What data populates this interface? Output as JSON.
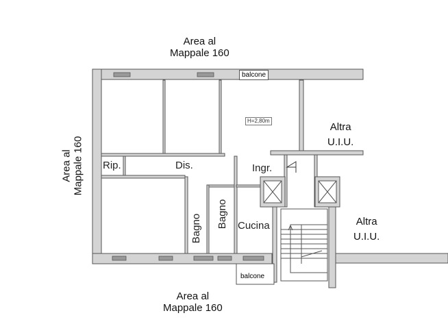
{
  "surroundings": {
    "top": [
      "Area al",
      "Mappale 160"
    ],
    "left": [
      "Area al",
      "Mappale 160"
    ],
    "bottom": [
      "Area al",
      "Mappale 160"
    ],
    "right_top": [
      "Altra",
      "U.I.U."
    ],
    "right_bottom": [
      "Altra",
      "U.I.U."
    ]
  },
  "rooms": {
    "rip": "Rip.",
    "dis": "Dis.",
    "ingr": "Ingr.",
    "bagno1": "Bagno",
    "bagno2": "Bagno",
    "cucina": "Cucina"
  },
  "balconies": {
    "top": "balcone",
    "bottom": "balcone"
  },
  "height_note": "H=2,80m"
}
